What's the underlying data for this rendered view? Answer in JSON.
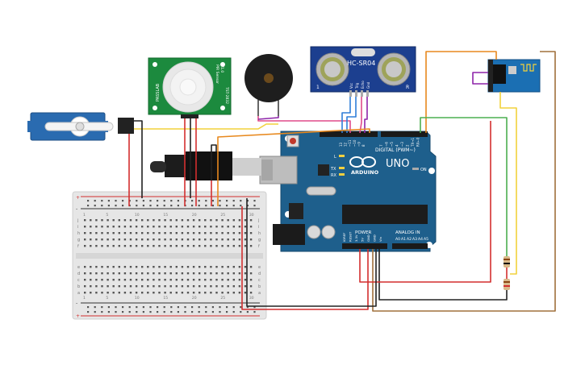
{
  "ultrasonic": {
    "label": "HC-SR04",
    "pins": [
      "Vcc",
      "Trig",
      "Echo",
      "Gnd"
    ],
    "num_left": "1",
    "num_right": "R"
  },
  "pir": {
    "side_left": "PASSLAB",
    "side_right_1": "PIR Sensor",
    "side_right_2": "V1.0",
    "side_right_3": "TST-2832"
  },
  "arduino": {
    "logo": "ARDUINO",
    "model": "UNO",
    "digital_label": "DIGITAL (PWM~)",
    "power_label": "POWER",
    "analog_label": "ANALOG IN",
    "on_label": "ON",
    "tx_label": "TX",
    "rx_label": "RX",
    "l_label": "L",
    "digital_pins": [
      "13",
      "12",
      "~11",
      "~10",
      "~9",
      "8",
      "7",
      "~6",
      "~5",
      "4",
      "~3",
      "2",
      "TX→1",
      "RX←0"
    ],
    "power_pins": [
      "IOREF",
      "RESET",
      "3.3V",
      "5V",
      "GND",
      "GND",
      "Vin"
    ],
    "analog_pins": [
      "A0",
      "A1",
      "A2",
      "A3",
      "A4",
      "A5"
    ]
  },
  "breadboard": {
    "rows_top": [
      "j",
      "i",
      "h",
      "g",
      "f"
    ],
    "rows_bottom": [
      "e",
      "d",
      "c",
      "b",
      "a"
    ],
    "col_numbers": [
      "1",
      "5",
      "10",
      "15",
      "20",
      "25",
      "30"
    ],
    "plus": "+",
    "minus": "-"
  },
  "colors": {
    "board_blue": "#1e5f8c",
    "sensor_blue": "#1c3f8f",
    "wire_red": "#d32f2f",
    "wire_black": "#222222",
    "wire_yellow": "#f2d23c",
    "wire_orange": "#e8891e",
    "wire_green": "#4caf50",
    "wire_purple": "#8e24aa",
    "wire_brown": "#a0703c",
    "wire_pink": "#e04a8a",
    "wire_blue": "#2f7ed8"
  }
}
